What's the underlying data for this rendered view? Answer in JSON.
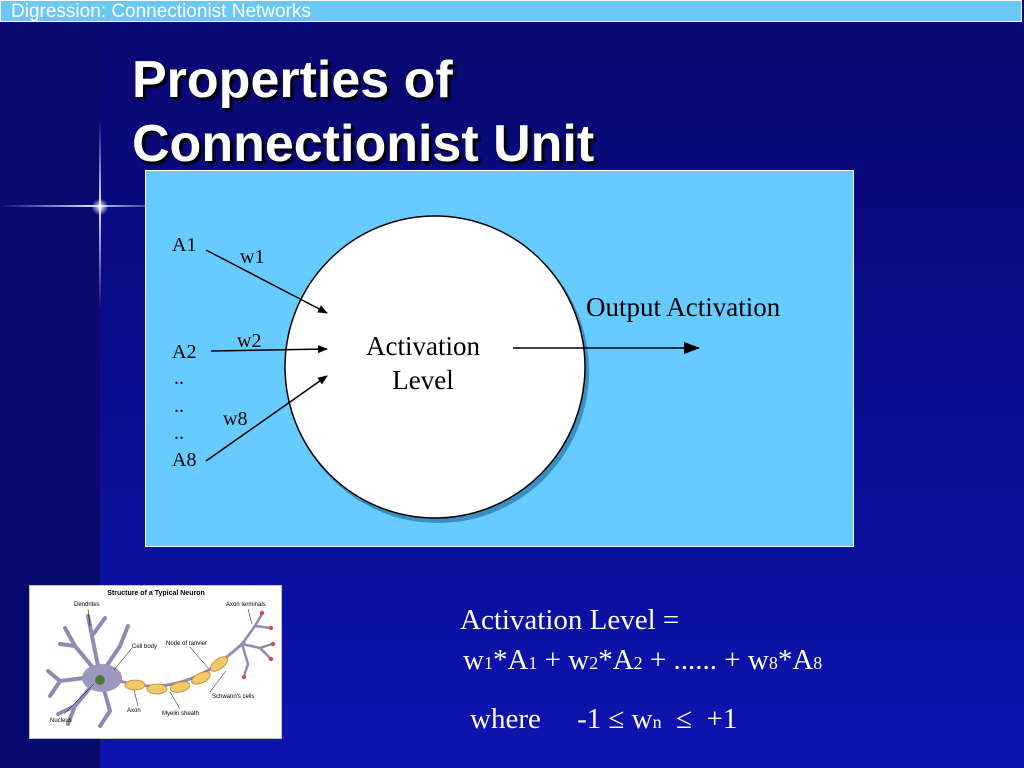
{
  "header": {
    "section": "Digression: Connectionist Networks"
  },
  "title": {
    "line1": "Properties of",
    "line2": "Connectionist Unit"
  },
  "diagram": {
    "inputs": [
      "A1",
      "A2",
      "..",
      "..",
      "..",
      "A8"
    ],
    "weights": [
      "w1",
      "w2",
      "w8"
    ],
    "unit_label_line1": "Activation",
    "unit_label_line2": "Level",
    "output_label": "Output Activation"
  },
  "neuron_figure": {
    "title": "Structure of a Typical Neuron",
    "labels": {
      "dendrites": "Dendrites",
      "axon_terminals": "Axon terminals",
      "cell_body": "Cell body",
      "node_of_ranvier": "Node of ranvier",
      "schwann": "Schwann's cells",
      "axon": "Axon",
      "myelin": "Myelin sheath",
      "nucleus": "Nucleus"
    }
  },
  "formula": {
    "line1": "Activation Level =",
    "w1": "w",
    "s1": "1",
    "a1": "*A",
    "s1b": "1",
    "plus1": " + w",
    "s2": "2",
    "a2": "*A",
    "s2b": "2",
    "dots": " + ...... + w",
    "s8": "8",
    "a8": "*A",
    "s8b": "8",
    "where": "where",
    "bound_left": "-1 ≤  w",
    "bound_sub": "n",
    "bound_right": "  ≤  +1"
  },
  "colors": {
    "background": "#0b0c82",
    "panel": "#66ccff",
    "topbar": "#6ac8f4"
  }
}
